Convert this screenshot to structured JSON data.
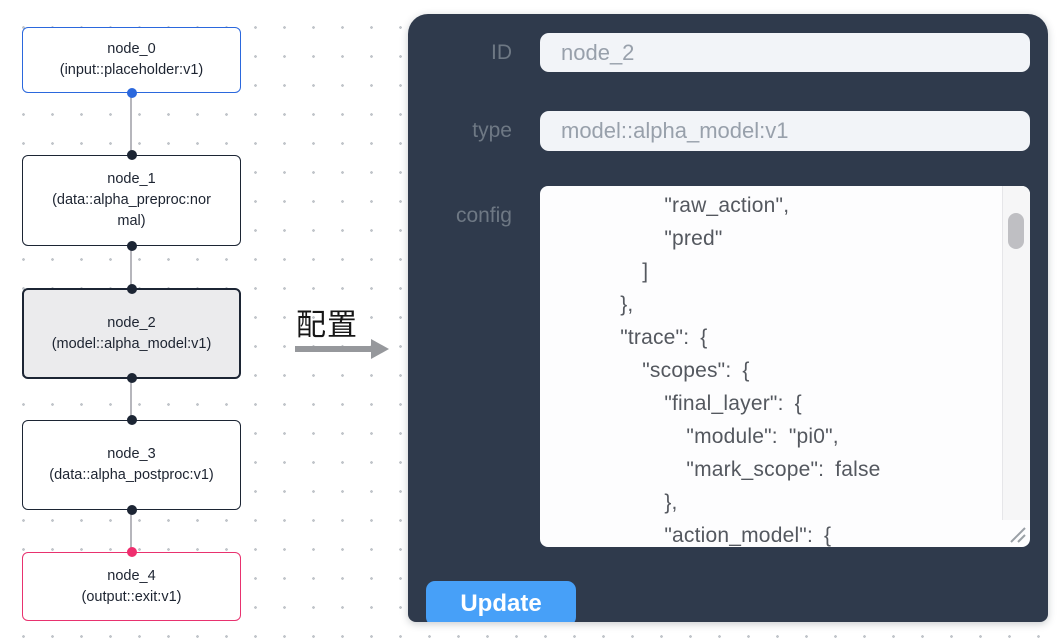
{
  "canvas": {
    "transfer_label": "配置"
  },
  "flow": {
    "nodes": [
      {
        "title": "node_0",
        "subtitle": "(input::placeholder:v1)",
        "accent_color": "#2b68dd",
        "state": "default"
      },
      {
        "title": "node_1",
        "subtitle": "(data::alpha_preproc:normal)",
        "accent_color": "#1c2534",
        "state": "default"
      },
      {
        "title": "node_2",
        "subtitle": "(model::alpha_model:v1)",
        "accent_color": "#1c2534",
        "state": "selected"
      },
      {
        "title": "node_3",
        "subtitle": "(data::alpha_postproc:v1)",
        "accent_color": "#1c2534",
        "state": "default"
      },
      {
        "title": "node_4",
        "subtitle": "(output::exit:v1)",
        "accent_color": "#e8326f",
        "state": "default"
      }
    ]
  },
  "panel": {
    "background_color": "#2f3a4c",
    "id_field": {
      "label": "ID",
      "value": "node_2"
    },
    "type_field": {
      "label": "type",
      "value": "model::alpha_model:v1"
    },
    "config_field": {
      "label": "config",
      "lines": [
        "          \"raw_action\",",
        "          \"pred\"",
        "        ]",
        "      },",
        "      \"trace\": {",
        "        \"scopes\": {",
        "          \"final_layer\": {",
        "            \"module\": \"pi0\",",
        "            \"mark_scope\": false",
        "          },",
        "          \"action_model\": {"
      ]
    },
    "update_button": {
      "label": "Update",
      "color": "#47a0f8"
    }
  }
}
